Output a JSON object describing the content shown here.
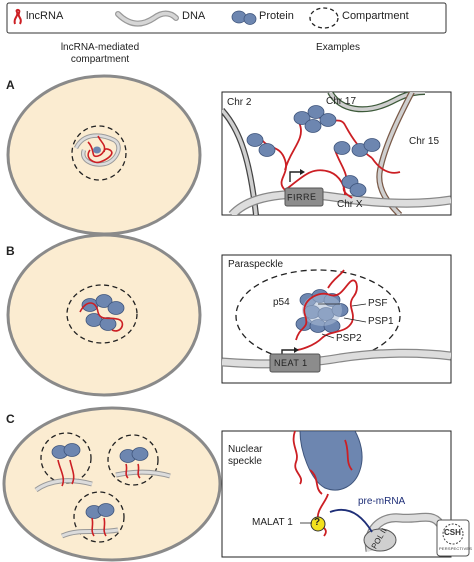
{
  "legend": {
    "lncrna": "lncRNA",
    "dna": "DNA",
    "protein": "Protein",
    "compartment": "Compartment"
  },
  "headers": {
    "left_line1": "lncRNA-mediated",
    "left_line2": "compartment",
    "right": "Examples"
  },
  "rows": {
    "a": {
      "label": "A",
      "chr2": "Chr 2",
      "chr17": "Chr 17",
      "chr15": "Chr 15",
      "chrx": "Chr X",
      "gene": "FIRRE"
    },
    "b": {
      "label": "B",
      "title": "Paraspeckle",
      "p54": "p54",
      "psf": "PSF",
      "psp1": "PSP1",
      "psp2": "PSP2",
      "gene": "NEAT 1"
    },
    "c": {
      "label": "C",
      "title_line1": "Nuclear",
      "title_line2": "speckle",
      "pre_mrna": "pre-mRNA",
      "malat": "MALAT 1",
      "question": "?",
      "pol": "POL II"
    }
  },
  "logo": {
    "line1": "CSH",
    "line2": "PERSPECTIVES"
  },
  "colors": {
    "rna": "#cc1f24",
    "protein": "#6d86b0",
    "protein_dark": "#4a6088",
    "nucleus_fill": "#fbecd1",
    "nucleus_border": "#8a8a8a",
    "dna": "#c8c8c8"
  }
}
